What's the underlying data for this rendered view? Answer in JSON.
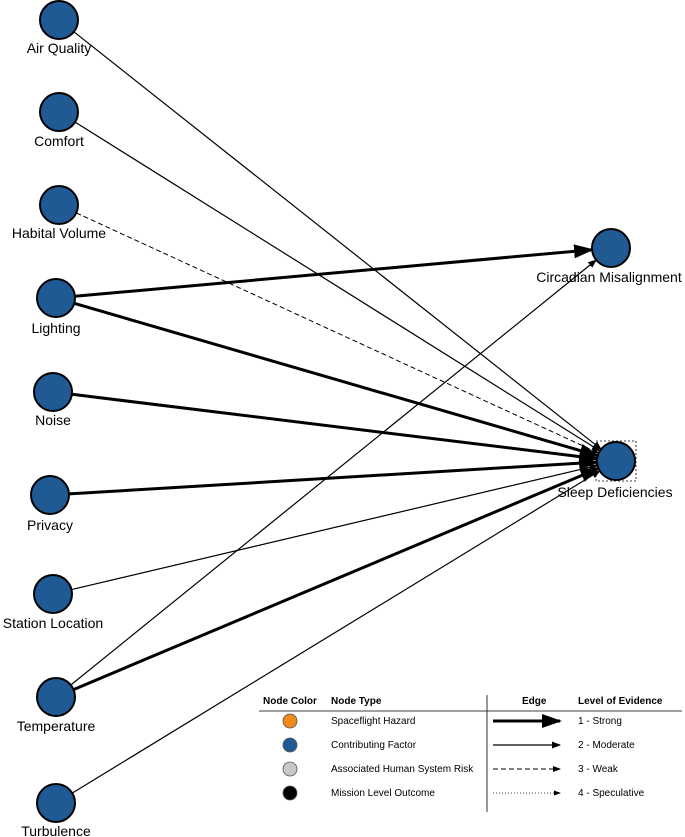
{
  "colors": {
    "contributing_factor": "#1f5a94",
    "spaceflight_hazard": "#ef8a1b",
    "associated_risk": "#c8c8c8",
    "mission_outcome": "#000000",
    "node_stroke": "#000000",
    "edge": "#000000"
  },
  "nodes": [
    {
      "id": "air_quality",
      "label": "Air Quality",
      "type": "contributing_factor"
    },
    {
      "id": "comfort",
      "label": "Comfort",
      "type": "contributing_factor"
    },
    {
      "id": "habital_volume",
      "label": "Habital Volume",
      "type": "contributing_factor"
    },
    {
      "id": "lighting",
      "label": "Lighting",
      "type": "contributing_factor"
    },
    {
      "id": "noise",
      "label": "Noise",
      "type": "contributing_factor"
    },
    {
      "id": "privacy",
      "label": "Privacy",
      "type": "contributing_factor"
    },
    {
      "id": "station_location",
      "label": "Station Location",
      "type": "contributing_factor"
    },
    {
      "id": "temperature",
      "label": "Temperature",
      "type": "contributing_factor"
    },
    {
      "id": "turbulence",
      "label": "Turbulence",
      "type": "contributing_factor"
    },
    {
      "id": "circadian",
      "label": "Circadian Misalignment",
      "type": "contributing_factor"
    },
    {
      "id": "sleep",
      "label": "Sleep Deficiencies",
      "type": "contributing_factor"
    }
  ],
  "edges": [
    {
      "from": "air_quality",
      "to": "sleep",
      "evidence": 2
    },
    {
      "from": "comfort",
      "to": "sleep",
      "evidence": 2
    },
    {
      "from": "habital_volume",
      "to": "sleep",
      "evidence": 3
    },
    {
      "from": "lighting",
      "to": "circadian",
      "evidence": 1
    },
    {
      "from": "lighting",
      "to": "sleep",
      "evidence": 1
    },
    {
      "from": "noise",
      "to": "sleep",
      "evidence": 1
    },
    {
      "from": "privacy",
      "to": "sleep",
      "evidence": 1
    },
    {
      "from": "station_location",
      "to": "sleep",
      "evidence": 2
    },
    {
      "from": "temperature",
      "to": "circadian",
      "evidence": 2
    },
    {
      "from": "temperature",
      "to": "sleep",
      "evidence": 1
    },
    {
      "from": "turbulence",
      "to": "sleep",
      "evidence": 2
    }
  ],
  "legend": {
    "headers": {
      "node_color": "Node Color",
      "node_type": "Node Type",
      "edge": "Edge",
      "evidence": "Level of Evidence"
    },
    "node_types": [
      {
        "label": "Spaceflight Hazard",
        "type": "spaceflight_hazard"
      },
      {
        "label": "Contributing Factor",
        "type": "contributing_factor"
      },
      {
        "label": "Associated Human System Risk",
        "type": "associated_risk"
      },
      {
        "label": "Mission Level Outcome",
        "type": "mission_outcome"
      }
    ],
    "evidence_levels": [
      {
        "label": "1 - Strong",
        "level": 1
      },
      {
        "label": "2 - Moderate",
        "level": 2
      },
      {
        "label": "3 - Weak",
        "level": 3
      },
      {
        "label": "4 - Speculative",
        "level": 4
      }
    ]
  }
}
